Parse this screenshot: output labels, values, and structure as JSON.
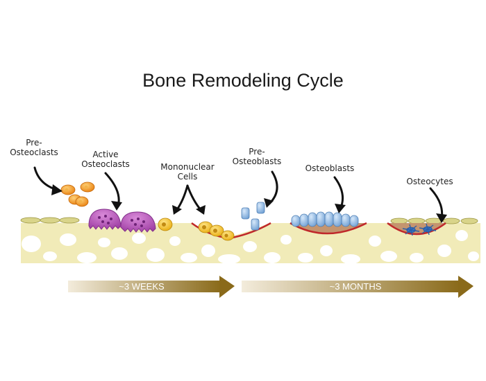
{
  "diagram": {
    "title": "Bone Remodeling Cycle",
    "labels": {
      "pre_osteoclasts": [
        "Pre-",
        "Osteoclasts"
      ],
      "active_osteoclasts": [
        "Active",
        "Osteoclasts"
      ],
      "mononuclear_cells": [
        "Mononuclear",
        "Cells"
      ],
      "pre_osteoblasts": [
        "Pre-",
        "Osteoblasts"
      ],
      "osteoblasts": "Osteoblasts",
      "osteocytes": "Osteocytes"
    },
    "timeline": {
      "phase_1": "~3 WEEKS",
      "phase_2": "~3 MONTHS"
    },
    "colors": {
      "bone": "#f1ebb8",
      "lining_cells": "#d9d48a",
      "osteoclast": "#b24fb8",
      "pre_osteoclast": "#f0901c",
      "mononuclear": "#f2bf1e",
      "osteoblast": "#8fb8e0",
      "osteoid": "#c4956f",
      "cement_line": "#c0282a",
      "osteocyte": "#3a7ac8",
      "arrow_dark": "#8a6a1a",
      "arrow_light": "#f3ecdc"
    }
  }
}
